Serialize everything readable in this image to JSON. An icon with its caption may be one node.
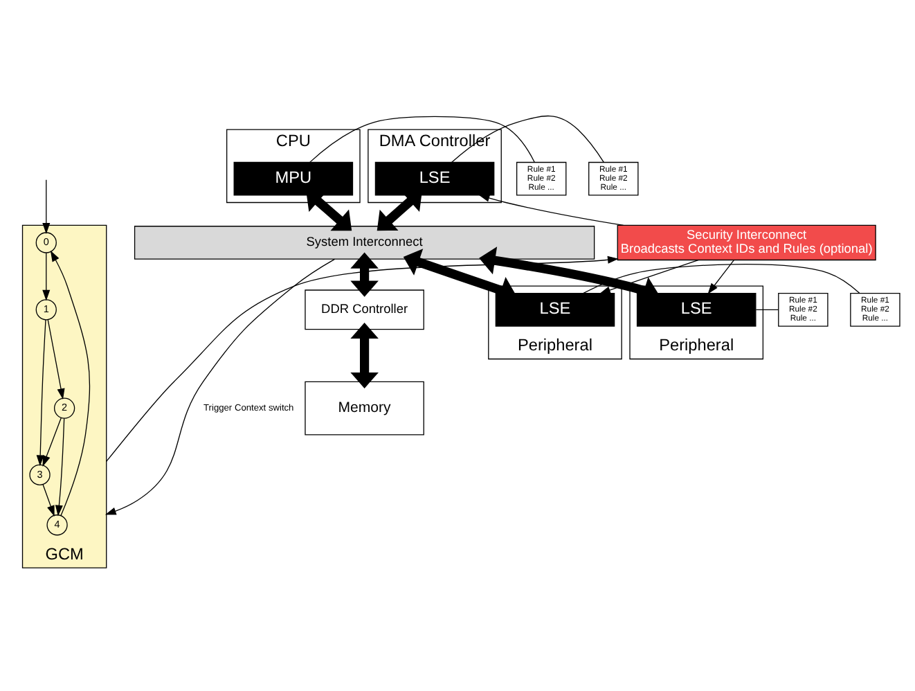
{
  "diagram": {
    "nodes": [
      {
        "text": [
          "CPU"
        ]
      },
      {
        "text": [
          "MPU"
        ],
        "in": 0
      },
      {
        "text": [
          "Rule #1",
          "Rule #2",
          "Rule ..."
        ]
      },
      {
        "text": [
          "DMA Controller"
        ]
      },
      {
        "text": [
          "LSE"
        ],
        "in": 3
      },
      {
        "text": [
          "Rule #1",
          "Rule #2",
          "Rule ..."
        ]
      },
      {
        "text": [
          "GCM"
        ]
      },
      {
        "text": [
          "0"
        ],
        "in": 6
      },
      {
        "text": [
          "1"
        ],
        "in": 6
      },
      {
        "text": [
          "2"
        ],
        "in": 6
      },
      {
        "text": [
          "3"
        ],
        "in": 6
      },
      {
        "text": [
          "4"
        ],
        "in": 6
      },
      {
        "text": [
          "Security Interconnect",
          "Broadcasts Context IDs and Rules (optional)"
        ]
      },
      {
        "text": [
          "System Interconnect"
        ]
      },
      {
        "text": [
          "Peripheral"
        ]
      },
      {
        "text": [
          "LSE"
        ],
        "in": 14
      },
      {
        "text": [
          "Rule #1",
          "Rule #2",
          "Rule ..."
        ]
      },
      {
        "text": [
          "Peripheral"
        ]
      },
      {
        "text": [
          "LSE"
        ],
        "in": 17
      },
      {
        "text": [
          "Rule #1",
          "Rule #2",
          "Rule ..."
        ]
      },
      {
        "text": [
          "DDR Controller"
        ]
      },
      {
        "text": [
          "Memory"
        ]
      }
    ],
    "edges": [
      {
        "from": 1,
        "to": 13,
        "arrow": "both",
        "style": "thick"
      },
      {
        "from": 2,
        "to": 1,
        "arrow": "none"
      },
      {
        "from": 4,
        "to": 13,
        "arrow": "both",
        "style": "thick"
      },
      {
        "from": 5,
        "to": 4,
        "arrow": "none"
      },
      {
        "from": null,
        "to": 7,
        "arrow": "to"
      },
      {
        "from": 7,
        "to": 8,
        "arrow": "to"
      },
      {
        "from": 8,
        "to": 10,
        "arrow": "to"
      },
      {
        "from": 8,
        "to": 9,
        "arrow": "to"
      },
      {
        "from": 9,
        "to": 10,
        "arrow": "to"
      },
      {
        "from": 10,
        "to": 11,
        "arrow": "to"
      },
      {
        "from": 9,
        "to": 11,
        "arrow": "to"
      },
      {
        "from": 11,
        "to": 7,
        "arrow": "to"
      },
      {
        "from": 6,
        "to": 12,
        "arrow": "to"
      },
      {
        "from": 12,
        "to": 4,
        "arrow": "to"
      },
      {
        "from": 13,
        "to": 6,
        "arrow": "to",
        "label": "Trigger Context switch"
      },
      {
        "from": 13,
        "to": 15,
        "arrow": "both",
        "style": "thick"
      },
      {
        "from": 12,
        "to": 15,
        "arrow": "to"
      },
      {
        "from": 16,
        "to": 15,
        "arrow": "none"
      },
      {
        "from": 13,
        "to": 18,
        "arrow": "both",
        "style": "thick"
      },
      {
        "from": 12,
        "to": 18,
        "arrow": "to"
      },
      {
        "from": 19,
        "to": 18,
        "arrow": "none"
      },
      {
        "from": 13,
        "to": 20,
        "arrow": "both",
        "style": "thick"
      },
      {
        "from": 20,
        "to": 21,
        "arrow": "both",
        "style": "thick"
      }
    ]
  }
}
